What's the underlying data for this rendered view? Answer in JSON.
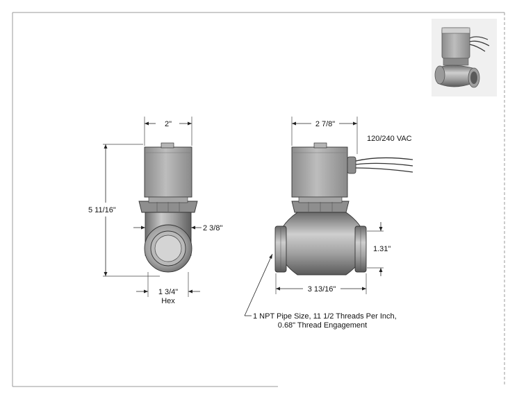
{
  "dimensions": {
    "front_width": "2\"",
    "side_width": "2 7/8\"",
    "voltage": "120/240 VAC",
    "height": "5 11/16\"",
    "port_offset": "2 3/8\"",
    "port_height": "1.31\"",
    "hex_size": "1 3/4\"",
    "hex_label": "Hex",
    "body_length": "3 13/16\""
  },
  "note": {
    "line1": "1 NPT Pipe Size, 11 1/2 Threads Per Inch,",
    "line2": "0.68\" Thread Engagement"
  },
  "colors": {
    "body_metal": "#9a9a9a",
    "coil": "#a8a8a8",
    "frame": "#9a9a9a"
  }
}
